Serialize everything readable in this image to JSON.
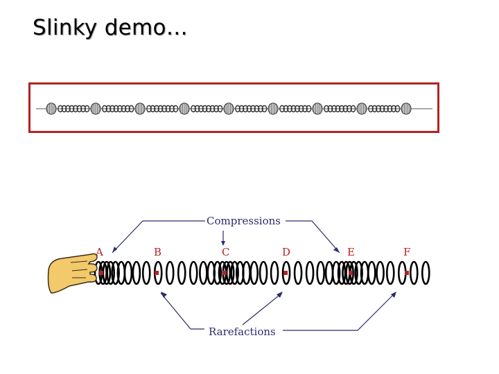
{
  "slide": {
    "title": "Slinky demo…"
  },
  "top_figure": {
    "pulse_count": 9,
    "rod_color": "#555555",
    "frame_color": "#b22222"
  },
  "wave_figure": {
    "compressions_label": "Compressions",
    "rarefactions_label": "Rarefactions",
    "point_labels": [
      "A",
      "B",
      "C",
      "D",
      "E",
      "F"
    ],
    "coil_color": "#000000",
    "label_color": "#2b2b6b",
    "marker_color": "#b22222",
    "hand_color": "#f2c96b"
  }
}
